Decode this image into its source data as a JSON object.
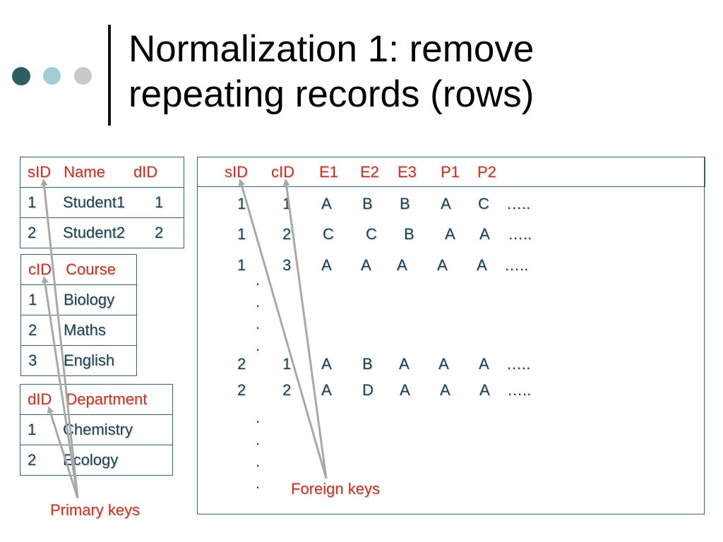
{
  "title_lines": [
    "Normalization 1: remove",
    "repeating records (rows)"
  ],
  "colors": {
    "dot1": "#2e5d63",
    "dot2": "#9fcfd4",
    "dot3": "#c9c9c9",
    "header_red": "#c0392b",
    "cell_text": "#1f3f4f"
  },
  "students_table": {
    "headers": [
      "sID",
      "Name",
      "dID"
    ],
    "rows": [
      [
        "1",
        "Student1",
        "1"
      ],
      [
        "2",
        "Student2",
        "2"
      ]
    ]
  },
  "courses_table": {
    "headers": [
      "cID",
      "Course"
    ],
    "rows": [
      [
        "1",
        "Biology"
      ],
      [
        "2",
        "Maths"
      ],
      [
        "3",
        "English"
      ]
    ]
  },
  "departments_table": {
    "headers": [
      "dID",
      "Department"
    ],
    "rows": [
      [
        "1",
        "Chemistry"
      ],
      [
        "2",
        "Ecology"
      ]
    ]
  },
  "grades_table": {
    "headers": [
      "sID",
      "cID",
      "E1",
      "E2",
      "E3",
      "P1",
      "P2"
    ],
    "rows": [
      [
        "1",
        "1",
        "A",
        "B",
        "B",
        "A",
        "C",
        "….."
      ],
      [
        "1",
        "2",
        "C",
        "C",
        "B",
        "A",
        "A",
        "….."
      ],
      [
        "1",
        "3",
        "A",
        "A",
        "A",
        "A",
        "A",
        "….."
      ],
      [
        "2",
        "1",
        "A",
        "B",
        "A",
        "A",
        "A",
        "….."
      ],
      [
        "2",
        "2",
        "A",
        "D",
        "A",
        "A",
        "A",
        "….."
      ]
    ],
    "ellipsis_dot": "."
  },
  "labels": {
    "primary_keys": "Primary keys",
    "foreign_keys": "Foreign keys"
  }
}
